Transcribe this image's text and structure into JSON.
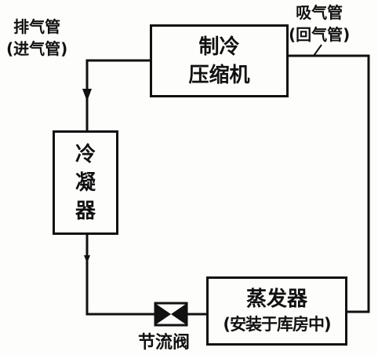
{
  "components": {
    "compressor": {
      "line1": "制冷",
      "line2": "压缩机"
    },
    "condenser": {
      "line1": "冷",
      "line2": "凝",
      "line3": "器"
    },
    "evaporator": {
      "line1": "蒸发器",
      "line2": "(安装于库房中)"
    },
    "throttle_valve": {
      "label": "节流阀"
    }
  },
  "pipes": {
    "discharge": {
      "line1": "排气管",
      "line2": "(进气管)"
    },
    "suction": {
      "line1": "吸气管",
      "line2": "(回气管)"
    }
  },
  "colors": {
    "ink": "#111111",
    "paper": "#fdfdfb"
  }
}
